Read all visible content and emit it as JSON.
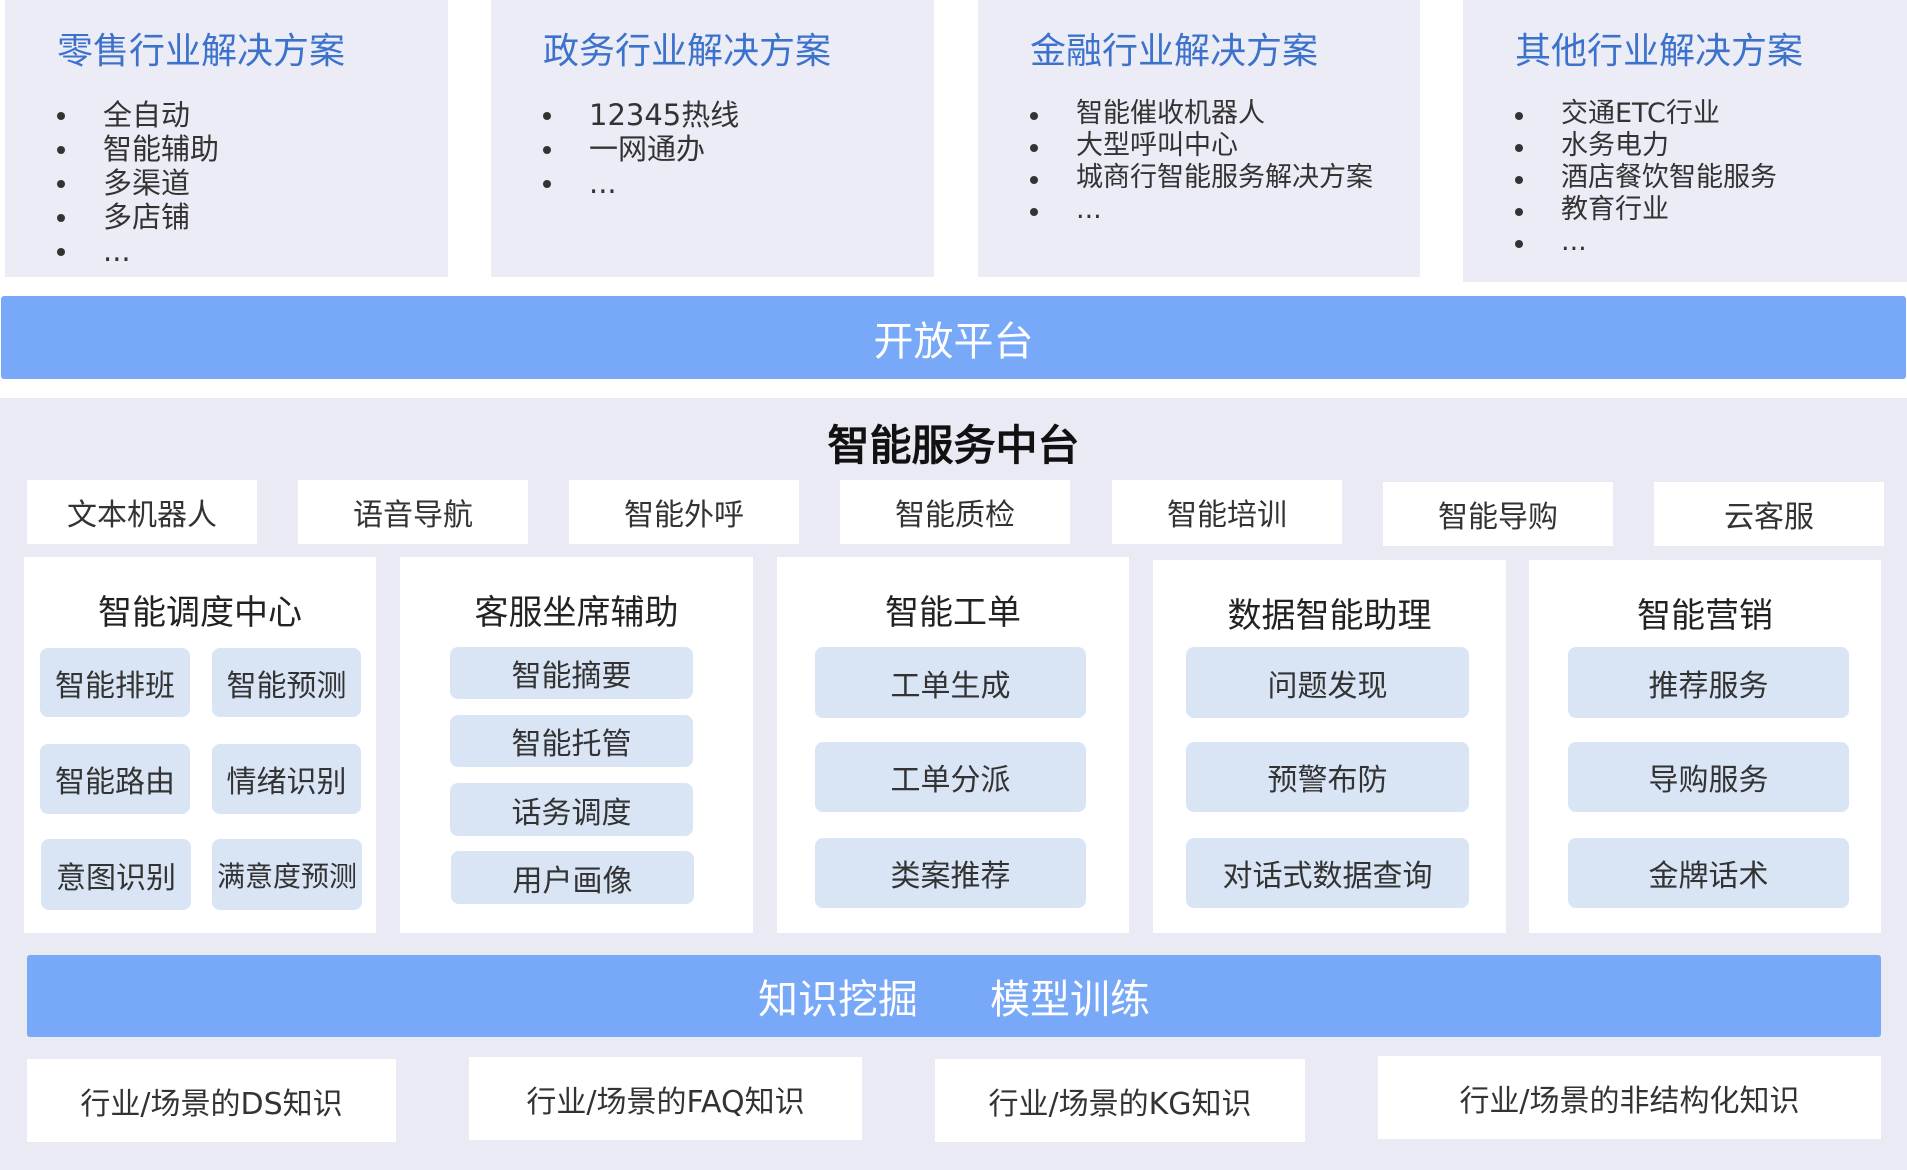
{
  "solutions": [
    {
      "title": "零售行业解决方案",
      "items": [
        "全自动",
        "智能辅助",
        "多渠道",
        "多店铺",
        "..."
      ]
    },
    {
      "title": "政务行业解决方案",
      "items": [
        "12345热线",
        "一网通办",
        "..."
      ]
    },
    {
      "title": "金融行业解决方案",
      "items": [
        "智能催收机器人",
        "大型呼叫中心",
        "城商行智能服务解决方案",
        "..."
      ]
    },
    {
      "title": "其他行业解决方案",
      "items": [
        "交通ETC行业",
        "水务电力",
        "酒店餐饮智能服务",
        "教育行业",
        "..."
      ]
    }
  ],
  "open_platform": "开放平台",
  "middle": {
    "title": "智能服务中台",
    "tabs": [
      "文本机器人",
      "语音导航",
      "智能外呼",
      "智能质检",
      "智能培训",
      "智能导购",
      "云客服"
    ],
    "panels": [
      {
        "title": "智能调度中心",
        "chips": [
          "智能排班",
          "智能预测",
          "智能路由",
          "情绪识别",
          "意图识别",
          "满意度预测"
        ]
      },
      {
        "title": "客服坐席辅助",
        "chips": [
          "智能摘要",
          "智能托管",
          "话务调度",
          "用户画像"
        ]
      },
      {
        "title": "智能工单",
        "chips": [
          "工单生成",
          "工单分派",
          "类案推荐"
        ]
      },
      {
        "title": "数据智能助理",
        "chips": [
          "问题发现",
          "预警布防",
          "对话式数据查询"
        ]
      },
      {
        "title": "智能营销",
        "chips": [
          "推荐服务",
          "导购服务",
          "金牌话术"
        ]
      }
    ]
  },
  "mining_bar": {
    "left": "知识挖掘",
    "right": "模型训练"
  },
  "knowledge": [
    "行业/场景的DS知识",
    "行业/场景的FAQ知识",
    "行业/场景的KG知识",
    "行业/场景的非结构化知识"
  ],
  "colors": {
    "accent": "#78a8f8",
    "title_blue": "#3c72cc",
    "chip": "#d9e4f5",
    "panel_bg": "#e9eaf4"
  }
}
